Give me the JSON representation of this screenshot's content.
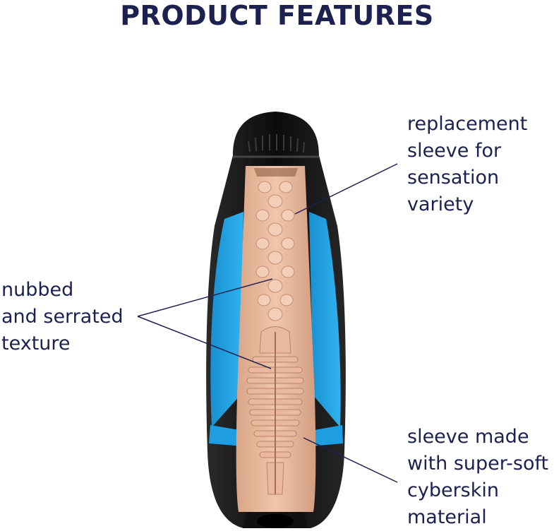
{
  "heading": "PRODUCT FEATURES",
  "callouts": [
    {
      "lines": [
        "replacement",
        "sleeve for",
        "sensation",
        "variety"
      ]
    },
    {
      "lines": [
        "nubbed",
        "and serrated",
        "texture"
      ]
    },
    {
      "lines": [
        "sleeve made",
        "with super-soft",
        "cyberskin",
        "material"
      ]
    }
  ],
  "colors": {
    "text": "#1c2150",
    "shell": "#111111",
    "accent_blue": "#1e9ee0",
    "sleeve": "#e6b79c"
  }
}
